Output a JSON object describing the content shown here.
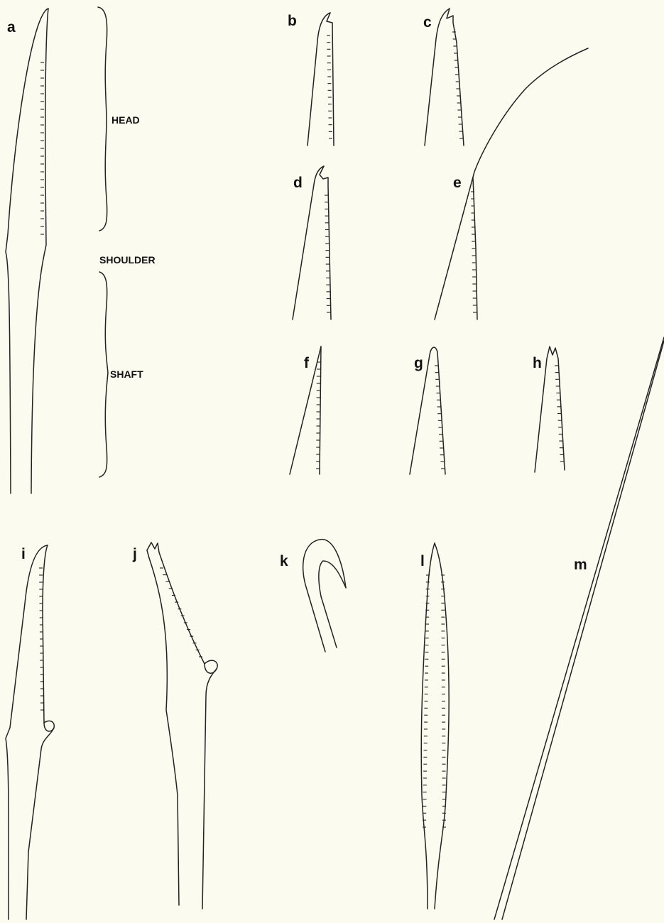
{
  "figure": {
    "panels": {
      "a": "a",
      "b": "b",
      "c": "c",
      "d": "d",
      "e": "e",
      "f": "f",
      "g": "g",
      "h": "h",
      "i": "i",
      "j": "j",
      "k": "k",
      "l": "l",
      "m": "m"
    },
    "parts": {
      "head": "HEAD",
      "shoulder": "SHOULDER",
      "shaft": "SHAFT"
    },
    "colors": {
      "background": "#fbfbef",
      "ink": "#222222"
    }
  }
}
